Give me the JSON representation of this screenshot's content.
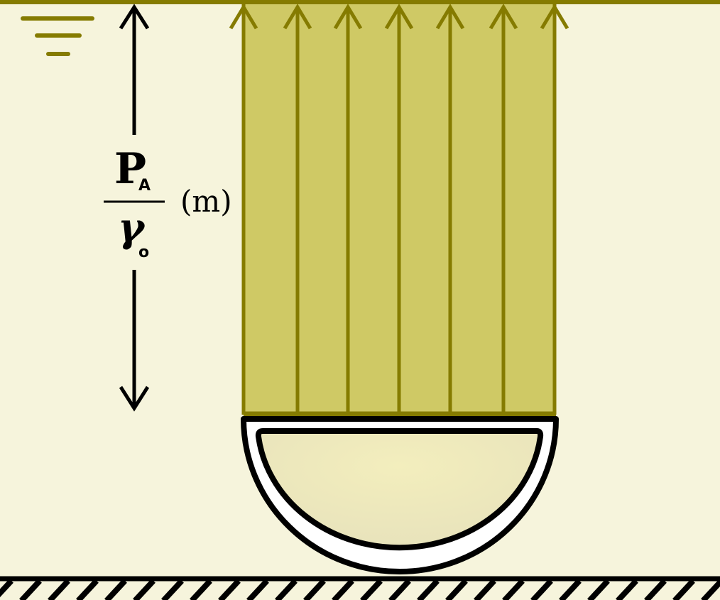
{
  "label": {
    "numerator": "P",
    "numerator_sub": "A",
    "denominator": "γ",
    "denominator_sub": "o",
    "unit": "(m)"
  },
  "colors": {
    "background": "#f6f4dc",
    "column_fill": "#cfc965",
    "column_stroke": "#857b00",
    "water_symbol": "#857b00",
    "arrow": "#000000",
    "body_inner": "#f3eebd",
    "body_inner_edge": "#e7e2bb",
    "ground": "#000000"
  },
  "icons": {
    "water_surface": "water-surface-icon",
    "dimension_arrow": "double-headed-arrow",
    "ground": "hatched-ground"
  }
}
